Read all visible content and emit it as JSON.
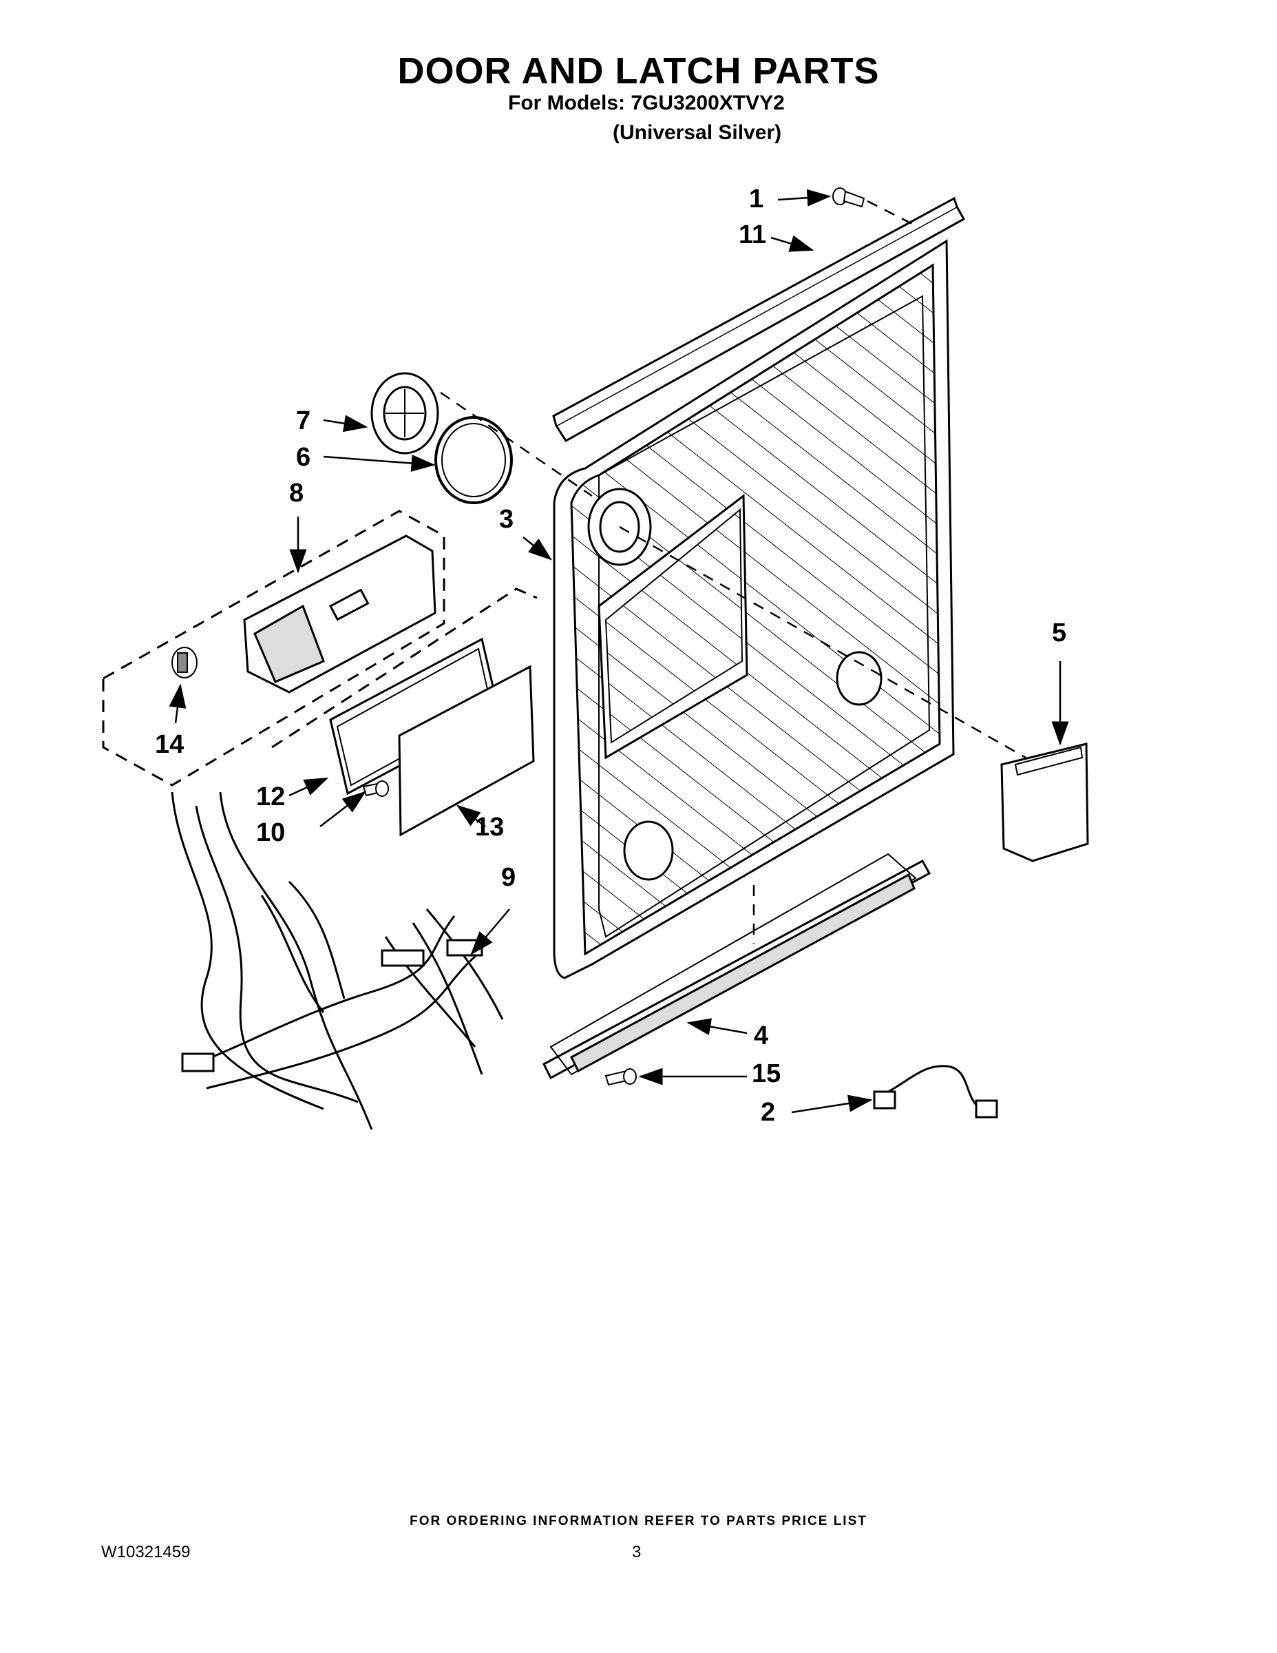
{
  "header": {
    "title": "DOOR AND LATCH PARTS",
    "models_line": "For Models: 7GU3200XTVY2",
    "variant_line": "(Universal Silver)"
  },
  "callouts": [
    "1",
    "11",
    "7",
    "6",
    "8",
    "3",
    "5",
    "14",
    "12",
    "10",
    "13",
    "9",
    "4",
    "15",
    "2"
  ],
  "footer": {
    "ordering_note": "FOR ORDERING INFORMATION REFER TO PARTS PRICE LIST",
    "doc_code": "W10321459",
    "page_number": "3"
  }
}
